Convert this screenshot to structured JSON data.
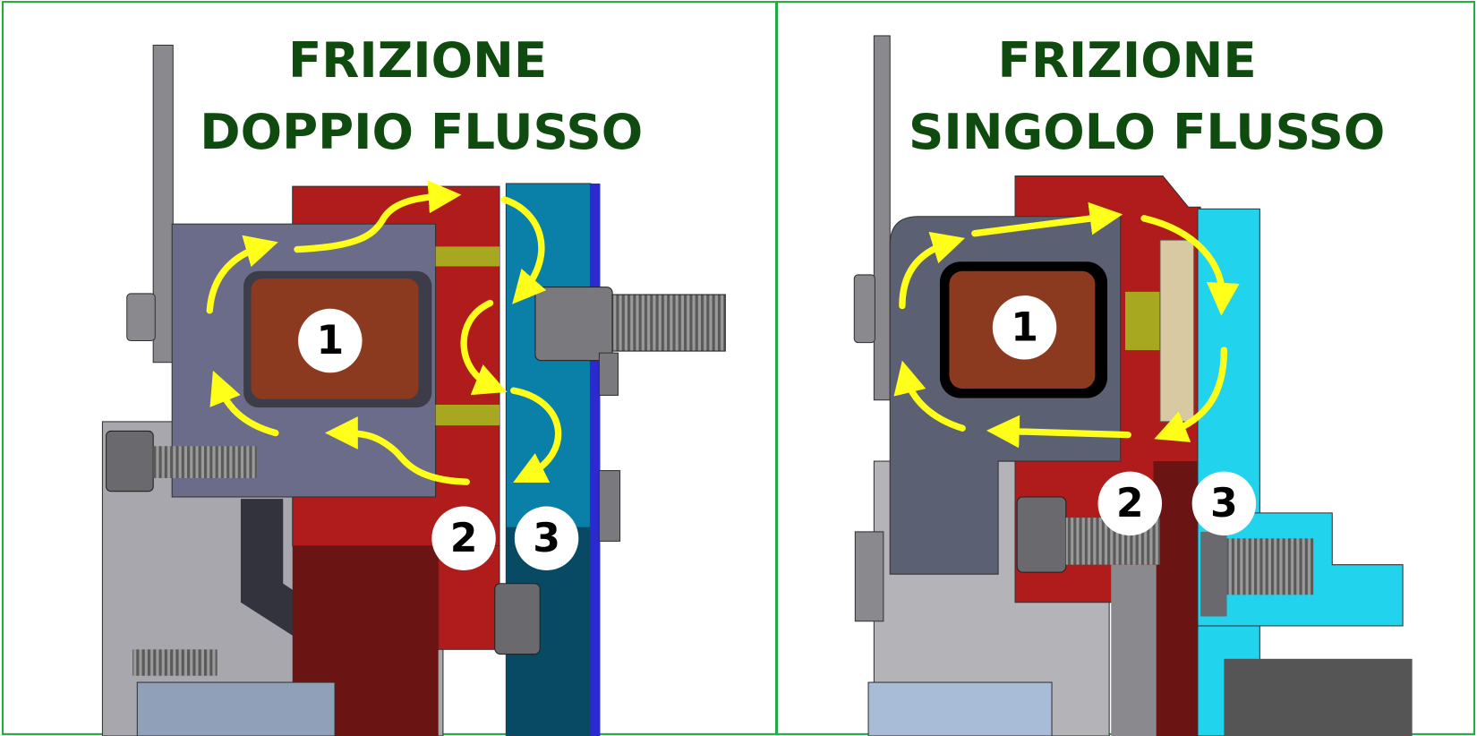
{
  "panels": [
    {
      "title_line1": "FRIZIONE",
      "title_line2": "DOPPIO FLUSSO",
      "labels": [
        "1",
        "2",
        "3"
      ]
    },
    {
      "title_line1": "FRIZIONE",
      "title_line2": "SINGOLO FLUSSO",
      "labels": [
        "1",
        "2",
        "3"
      ]
    }
  ],
  "colors": {
    "border": "#22aa44",
    "title": "#0f4a0f",
    "flux_arrow": "#ffff1a",
    "rotor_red": "#b01c1c",
    "armature_blue": "#0a7fa8",
    "armature_cyan": "#22d3ee",
    "coil": "#8b3a1f"
  }
}
